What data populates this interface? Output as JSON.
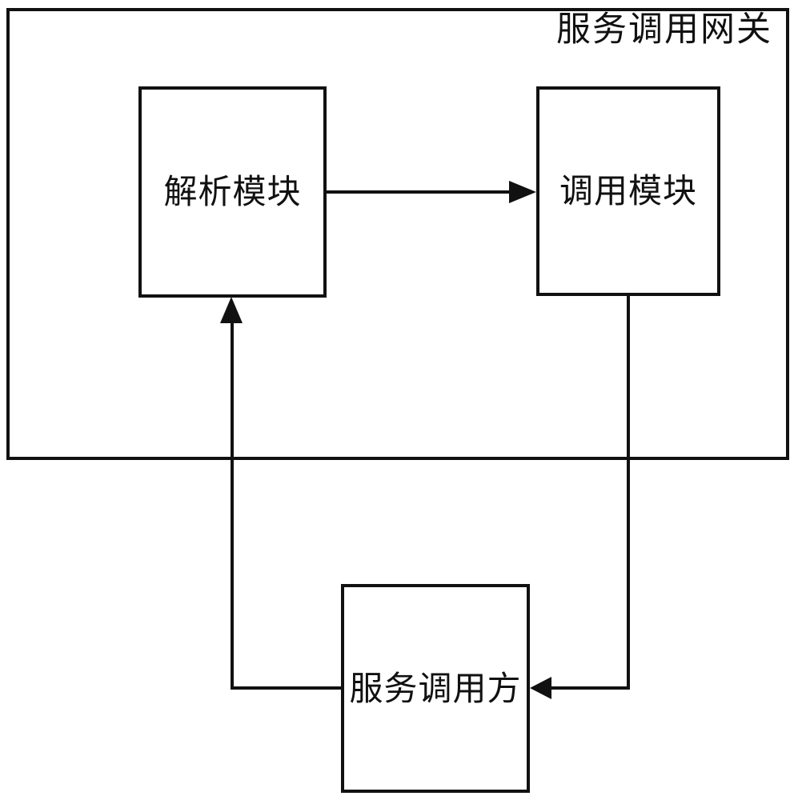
{
  "figure": {
    "background_color": "#ffffff",
    "line_color": "#111111"
  },
  "gateway": {
    "label": "服务调用网关"
  },
  "nodes": {
    "parse_module": {
      "label": "解析模块"
    },
    "call_module": {
      "label": "调用模块"
    },
    "service_caller": {
      "label": "服务调用方"
    }
  },
  "edges": [
    {
      "from": "parse_module",
      "to": "call_module",
      "arrow_direction": "right"
    },
    {
      "from": "call_module",
      "to": "service_caller",
      "arrow_direction": "left"
    },
    {
      "from": "service_caller",
      "to": "parse_module",
      "arrow_direction": "up"
    }
  ]
}
